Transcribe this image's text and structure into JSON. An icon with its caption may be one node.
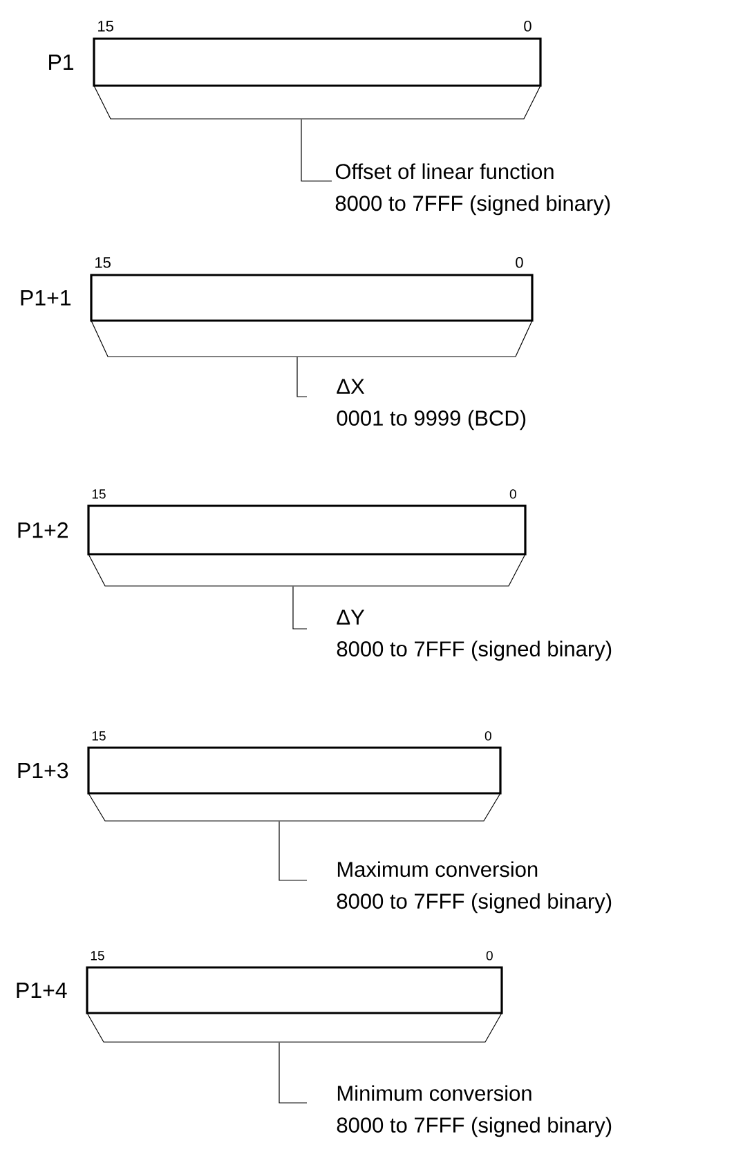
{
  "diagram": {
    "nodes": [
      {
        "text": [],
        "shape": "box",
        "beside": [
          "P1",
          "15",
          "0"
        ]
      },
      {
        "text": [
          "Offset of linear function",
          "8000 to 7FFF (signed binary)"
        ]
      },
      {
        "text": [],
        "shape": "box",
        "beside": [
          "P1+1",
          "15",
          "0"
        ]
      },
      {
        "text": [
          "ΔX",
          "0001 to 9999 (BCD)"
        ]
      },
      {
        "text": [],
        "shape": "box",
        "beside": [
          "P1+2",
          "15",
          "0"
        ]
      },
      {
        "text": [
          "ΔY",
          "8000 to 7FFF (signed binary)"
        ]
      },
      {
        "text": [],
        "shape": "box",
        "beside": [
          "P1+3",
          "15",
          "0"
        ]
      },
      {
        "text": [
          "Maximum conversion",
          "8000 to 7FFF (signed binary)"
        ]
      },
      {
        "text": [],
        "shape": "box",
        "beside": [
          "P1+4",
          "15",
          "0"
        ]
      },
      {
        "text": [
          "Minimum conversion",
          "8000 to 7FFF (signed binary)"
        ]
      }
    ],
    "edges": [
      {
        "from": 1,
        "to": 0,
        "arrow": "none"
      },
      {
        "from": 3,
        "to": 2,
        "arrow": "none"
      },
      {
        "from": 5,
        "to": 4,
        "arrow": "none"
      },
      {
        "from": 7,
        "to": 6,
        "arrow": "none"
      },
      {
        "from": 9,
        "to": 8,
        "arrow": "none"
      }
    ]
  }
}
